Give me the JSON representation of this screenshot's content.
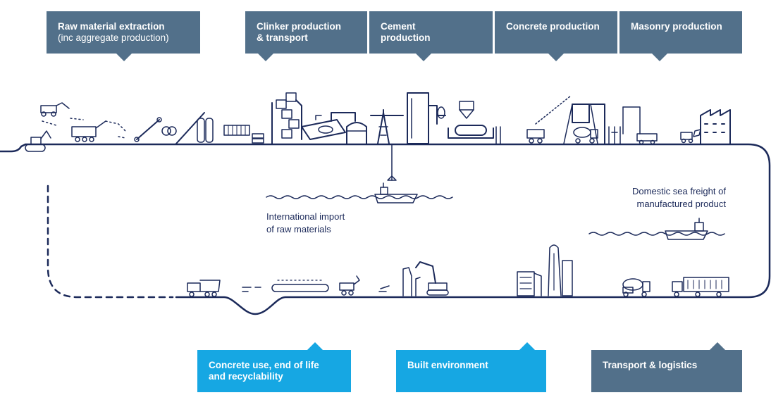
{
  "top_callouts": [
    {
      "title": "Raw material extraction",
      "subtitle": "(inc aggregate production)"
    },
    {
      "title": "Clinker production",
      "title2": "& transport"
    },
    {
      "title": "Cement",
      "title2": "production"
    },
    {
      "title": "Concrete production"
    },
    {
      "title": "Masonry production"
    }
  ],
  "bottom_callouts": [
    {
      "title": "Concrete use, end of life",
      "title2": "and recyclability"
    },
    {
      "title": "Built environment"
    },
    {
      "title": "Transport & logistics"
    }
  ],
  "labels": {
    "intl_import_1": "International import",
    "intl_import_2": "of raw materials",
    "domestic_1": "Domestic sea freight of",
    "domestic_2": "manufactured product"
  },
  "colors": {
    "slate": "#52708a",
    "blue": "#16a7e3",
    "line": "#1c2a5a"
  },
  "icons": [
    "excavator-icon",
    "crusher-icon",
    "conveyor-icon",
    "silo-icon",
    "container-icon",
    "kiln-icon",
    "crane-icon",
    "ship-icon",
    "truck-icon",
    "mixer-truck-icon",
    "factory-icon",
    "building-icon"
  ]
}
